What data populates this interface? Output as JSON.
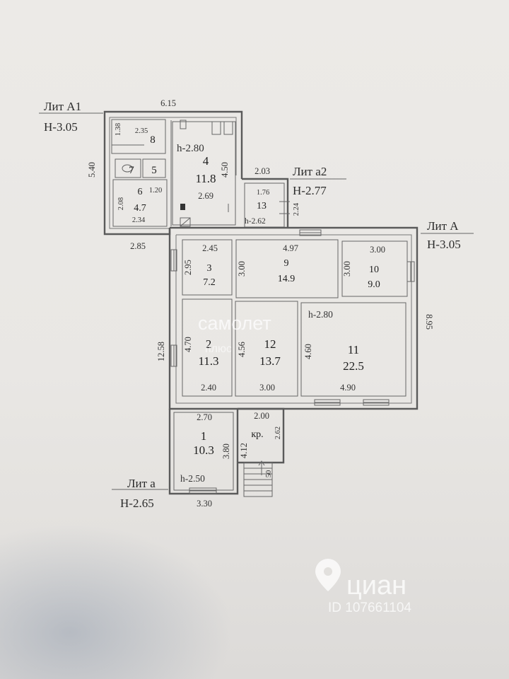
{
  "sections": [
    {
      "id": "a1",
      "lit": "Лит А1",
      "height": "Н-3.05"
    },
    {
      "id": "a2",
      "lit": "Лит а2",
      "height": "Н-2.77"
    },
    {
      "id": "A",
      "lit": "Лит А",
      "height": "Н-3.05"
    },
    {
      "id": "a",
      "lit": "Лит а",
      "height": "Н-2.65"
    }
  ],
  "rooms": [
    {
      "id": "r1",
      "number": "1",
      "area": "10.3"
    },
    {
      "id": "r2",
      "number": "2",
      "area": "11.3"
    },
    {
      "id": "r3",
      "number": "3",
      "area": "7.2"
    },
    {
      "id": "r4",
      "number": "4",
      "area": "11.8"
    },
    {
      "id": "r5",
      "number": "5",
      "area": ""
    },
    {
      "id": "r6",
      "number": "6",
      "area": "4.7"
    },
    {
      "id": "r7",
      "number": "7",
      "area": ""
    },
    {
      "id": "r8",
      "number": "8",
      "area": ""
    },
    {
      "id": "r9",
      "number": "9",
      "area": "14.9"
    },
    {
      "id": "r10",
      "number": "10",
      "area": "9.0"
    },
    {
      "id": "r11",
      "number": "11",
      "area": "22.5"
    },
    {
      "id": "r12",
      "number": "12",
      "area": "13.7"
    },
    {
      "id": "r13",
      "number": "13",
      "area": ""
    },
    {
      "id": "kr",
      "number": "кр.",
      "area": ""
    }
  ],
  "ceiling_heights": [
    "h-2.80",
    "h-2.62",
    "h-2.80",
    "h-2.50"
  ],
  "dimensions": [
    "6.15",
    "5.40",
    "2.35",
    "1.38",
    "4.50",
    "2.69",
    "1.20",
    "2.08",
    "2.34",
    "2.03",
    "1.76",
    "2.24",
    "2.85",
    "2.45",
    "2.95",
    "4.97",
    "3.00",
    "3.00",
    "3.00",
    "8.95",
    "12.58",
    "4.70",
    "2.40",
    "4.56",
    "3.00",
    "4.60",
    "4.90",
    "2.70",
    "2.00",
    "2.62",
    "3.80",
    "4.12",
    "3.30",
    "50"
  ],
  "watermarks": {
    "brand": "самолет",
    "sub": "плюс",
    "cian": "циан",
    "id": "ID 107661104"
  }
}
